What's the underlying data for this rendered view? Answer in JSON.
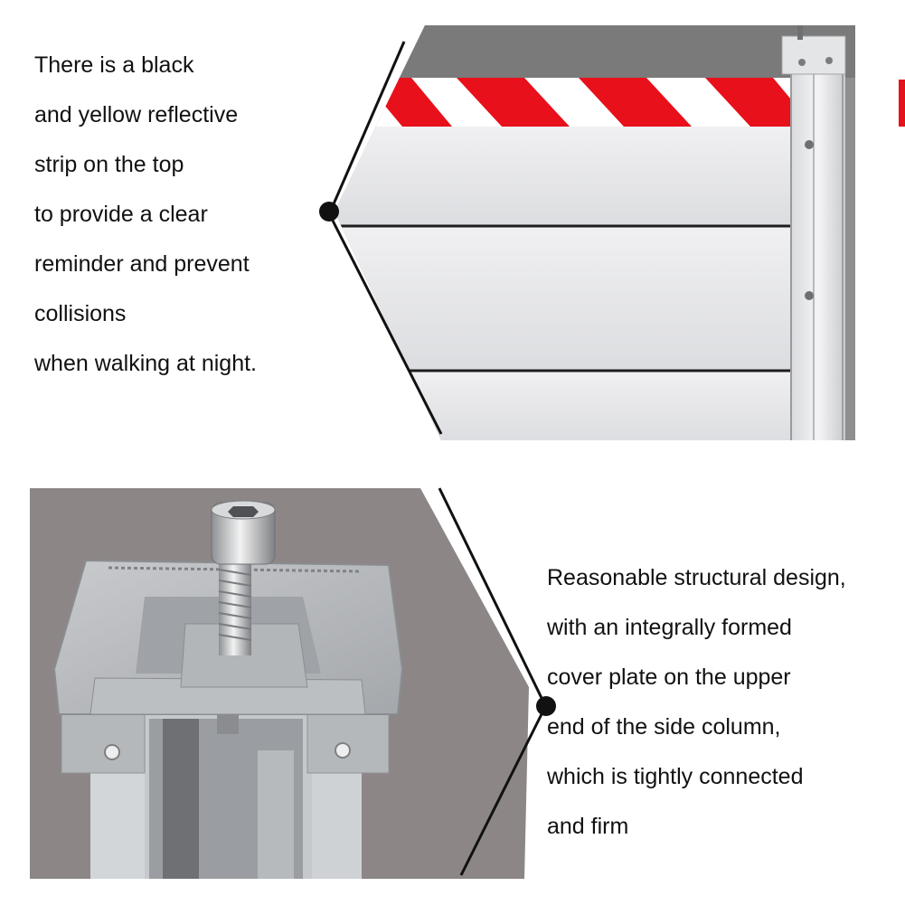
{
  "top_caption": {
    "lines": [
      "There is a black",
      "and yellow reflective",
      "strip on the top",
      "to provide a clear",
      "reminder and prevent",
      "collisions",
      "when walking at night."
    ]
  },
  "bottom_caption": {
    "lines": [
      "Reasonable structural design,",
      "with an integrally formed",
      "cover plate on the upper",
      "end of the side column,",
      "which is tightly connected",
      "and firm"
    ]
  },
  "colors": {
    "stripe_red": "#e8101a",
    "panel_silver": "#e7e7e9",
    "backdrop_gray": "#8c8686"
  }
}
